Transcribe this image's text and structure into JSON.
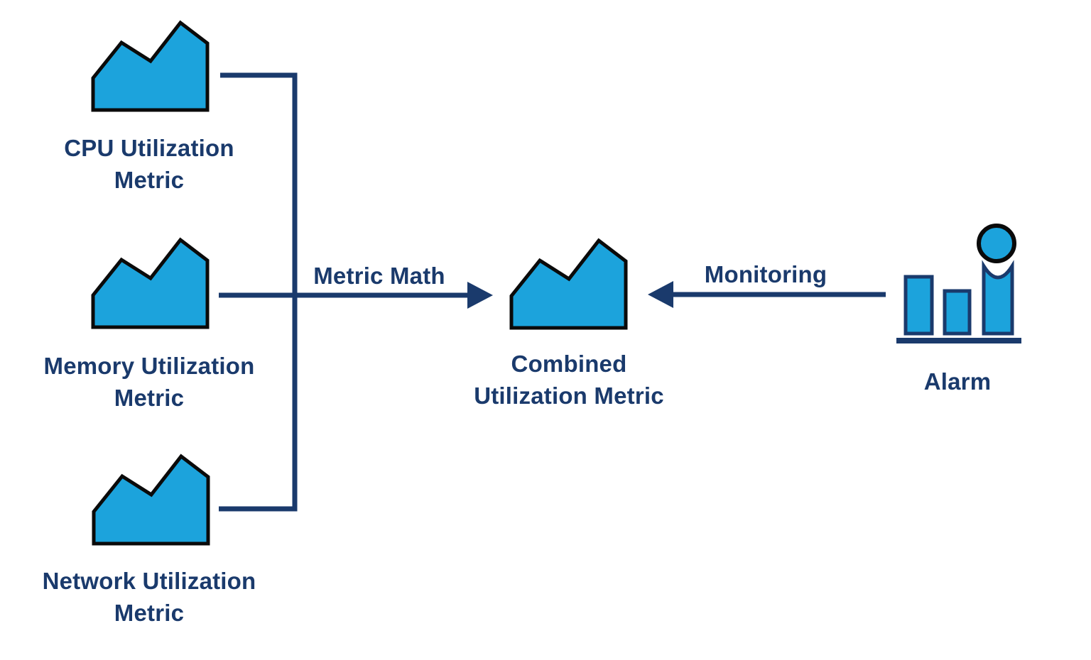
{
  "diagram": {
    "type": "flow-diagram",
    "colors": {
      "background": "#ffffff",
      "metric_fill": "#1CA3DC",
      "metric_outline": "#0a0a0a",
      "navy": "#1A3A6C"
    },
    "nodes": {
      "cpu_metric": {
        "icon": "metric-area-chart-icon",
        "label": [
          "CPU Utilization",
          "Metric"
        ]
      },
      "memory_metric": {
        "icon": "metric-area-chart-icon",
        "label": [
          "Memory Utilization",
          "Metric"
        ]
      },
      "network_metric": {
        "icon": "metric-area-chart-icon",
        "label": [
          "Network Utilization",
          "Metric"
        ]
      },
      "combined_metric": {
        "icon": "metric-area-chart-icon",
        "label": [
          "Combined",
          "Utilization Metric"
        ]
      },
      "alarm": {
        "icon": "alarm-bar-chart-icon",
        "label": "Alarm"
      }
    },
    "edges": {
      "metric_math": {
        "label": "Metric Math",
        "from": "cpu_metric, memory_metric, network_metric",
        "to": "combined_metric",
        "direction": "right"
      },
      "monitoring": {
        "label": "Monitoring",
        "from": "alarm",
        "to": "combined_metric",
        "direction": "left"
      }
    }
  }
}
